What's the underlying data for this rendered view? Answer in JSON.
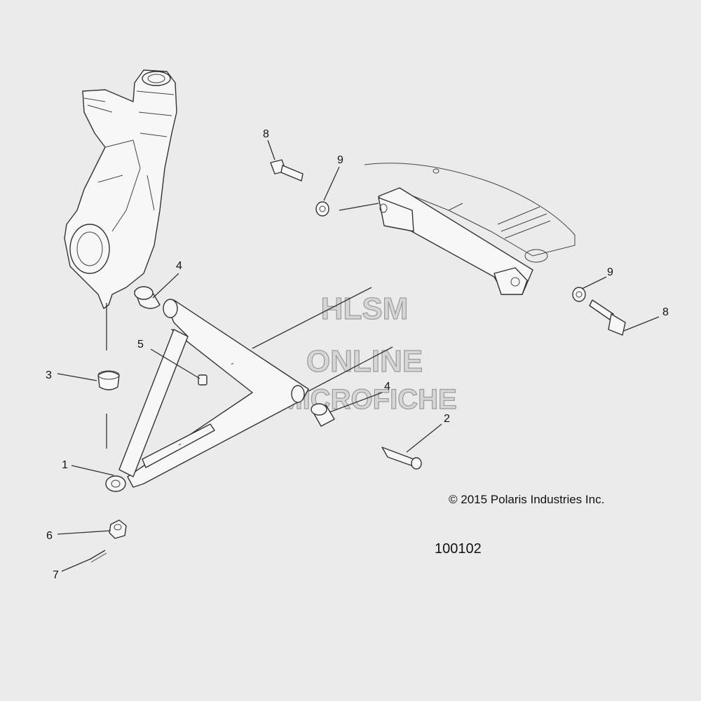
{
  "watermark": {
    "line1": "HLSM",
    "line2": "ONLINE",
    "line3": "MICROFICHE"
  },
  "callouts": {
    "c1": "1",
    "c2": "2",
    "c3": "3",
    "c4a": "4",
    "c4b": "4",
    "c5": "5",
    "c6": "6",
    "c7": "7",
    "c8a": "8",
    "c8b": "8",
    "c9a": "9",
    "c9b": "9"
  },
  "copyright": "© 2015 Polaris Industries Inc.",
  "figure_number": "100102"
}
